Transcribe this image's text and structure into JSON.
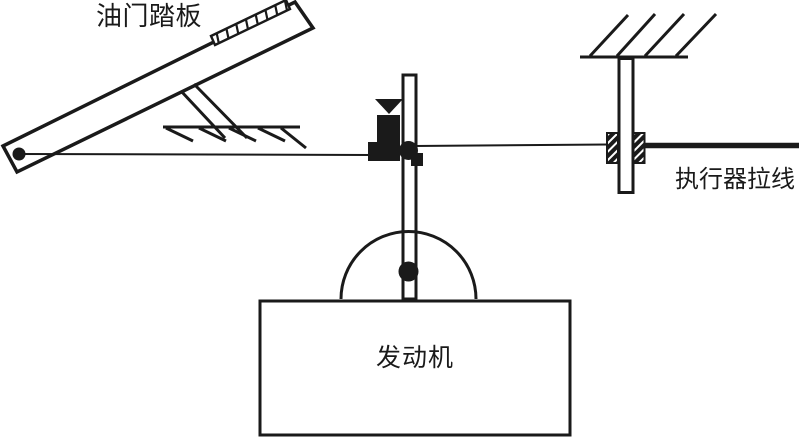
{
  "labels": {
    "pedal": "油门踏板",
    "engine": "发动机",
    "cable": "执行器拉线"
  },
  "colors": {
    "ink": "#1a1a1a",
    "background": "#ffffff"
  }
}
